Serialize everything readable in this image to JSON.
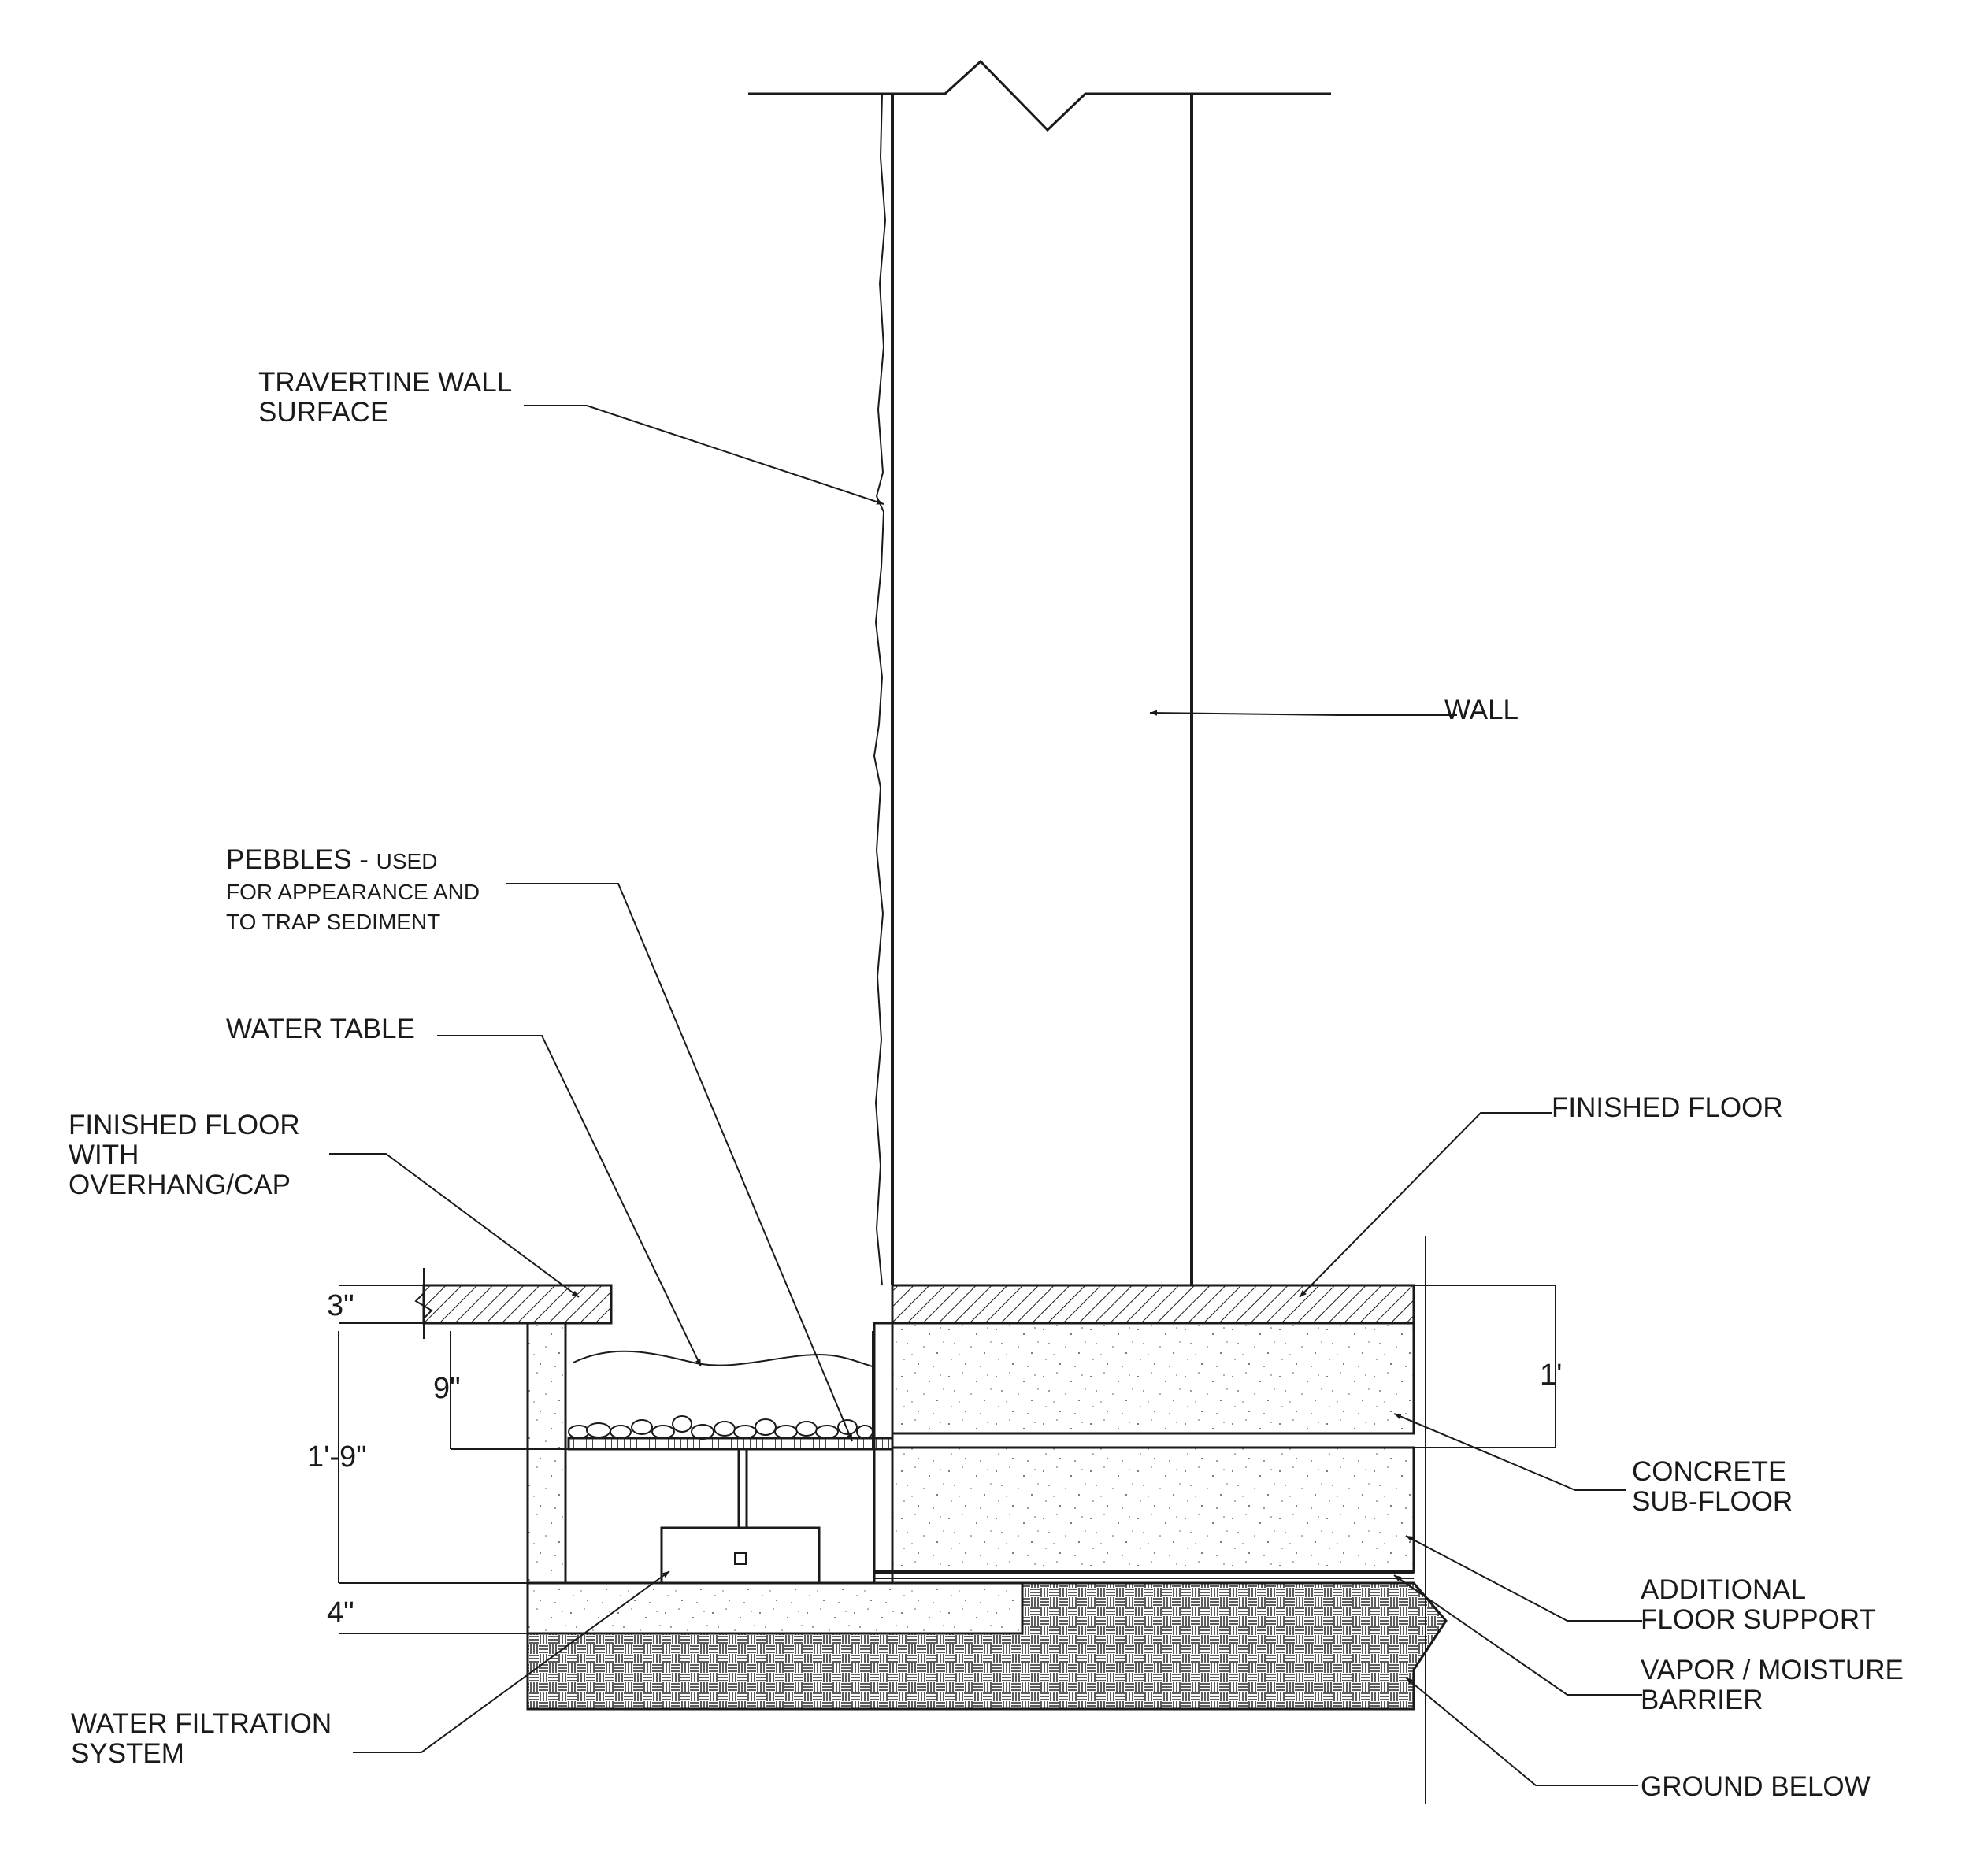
{
  "labels": {
    "travertine": [
      "TRAVERTINE WALL",
      "SURFACE"
    ],
    "wall": "WALL",
    "pebbles_head": "PEBBLES - ",
    "pebbles_used": "USED",
    "pebbles_lines": [
      "FOR APPEARANCE AND",
      "TO TRAP SEDIMENT"
    ],
    "water_table": "WATER TABLE",
    "finished_floor_cap": [
      "FINISHED FLOOR",
      "WITH",
      "OVERHANG/CAP"
    ],
    "finished_floor": "FINISHED FLOOR",
    "concrete_subfloor": [
      "CONCRETE",
      "SUB-FLOOR"
    ],
    "additional_support": [
      "ADDITIONAL",
      "FLOOR SUPPORT"
    ],
    "vapor_barrier": [
      "VAPOR / MOISTURE",
      "BARRIER"
    ],
    "ground_below": "GROUND BELOW",
    "water_filtration": [
      "WATER FILTRATION",
      "SYSTEM"
    ]
  },
  "dimensions": {
    "cap": "3\"",
    "water_depth": "9\"",
    "basin_depth": "1'-9\"",
    "base_slab": "4\"",
    "floor_assembly": "1'"
  }
}
